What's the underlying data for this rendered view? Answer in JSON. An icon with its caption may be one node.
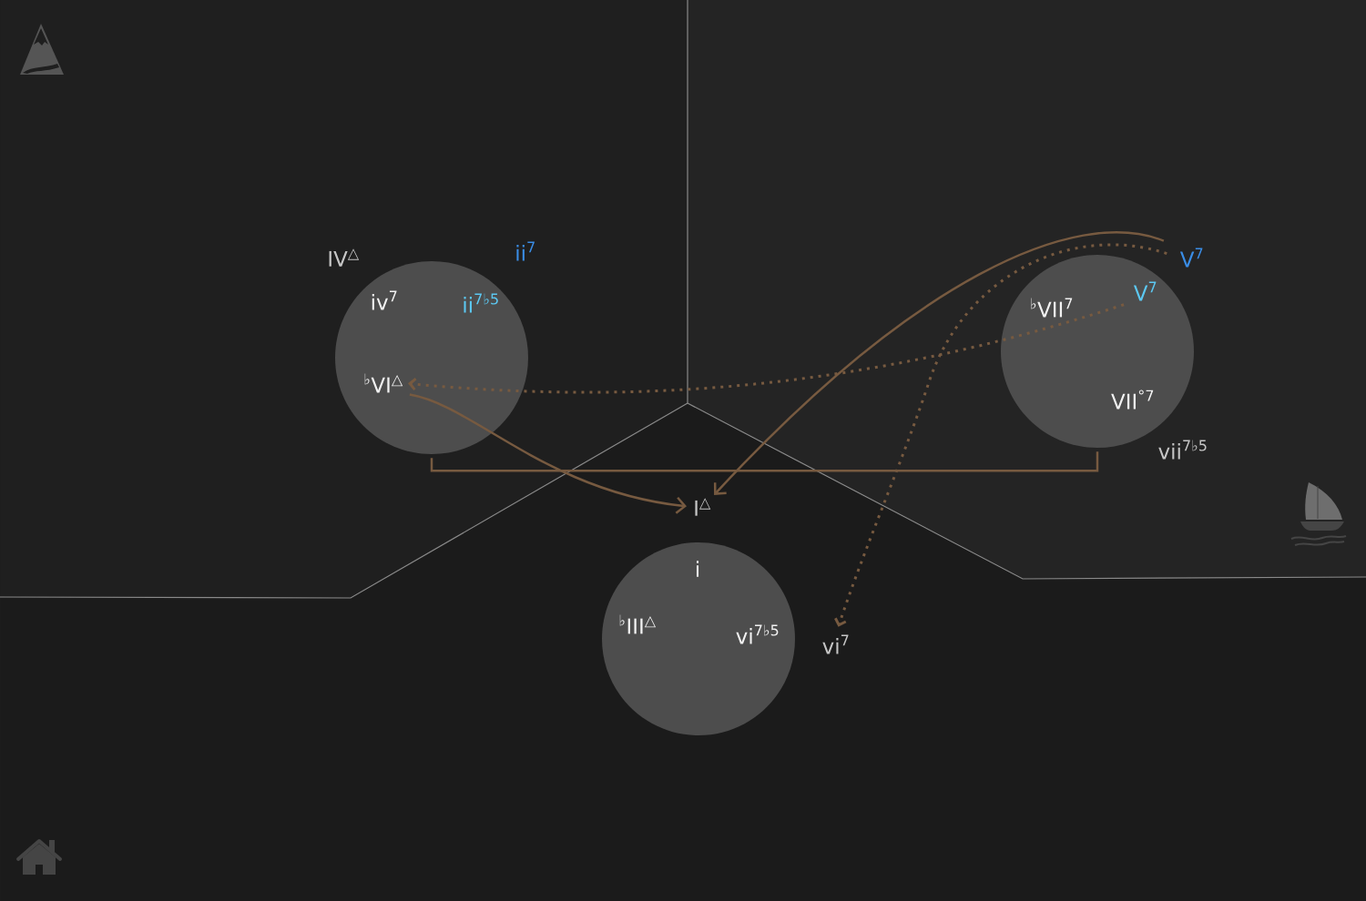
{
  "diagram": {
    "nodes": [
      {
        "text": [],
        "shape": "circle"
      },
      {
        "text": [
          "iv$^{7}$"
        ],
        "in": 0
      },
      {
        "text": [
          "ii$^{7♭5}$"
        ],
        "in": 0
      },
      {
        "text": [
          "$^{♭}$VI$^{△}$"
        ],
        "in": 0
      },
      {
        "text": [],
        "shape": "circle"
      },
      {
        "text": [
          "$^{♭}$VII$^{7}$"
        ],
        "in": 4
      },
      {
        "text": [
          "V$^{7}$"
        ],
        "in": 4
      },
      {
        "text": [
          "VII$^{°7}$"
        ],
        "in": 4
      },
      {
        "text": [
          "V$^{7}$"
        ]
      },
      {
        "text": [
          "I$^{△}$"
        ]
      },
      {
        "text": [],
        "shape": "circle"
      },
      {
        "text": [
          "i"
        ],
        "in": 10
      },
      {
        "text": [
          "$^{♭}$III$^{△}$"
        ],
        "in": 10
      },
      {
        "text": [
          "vi$^{7♭5}$"
        ],
        "in": 10
      },
      {
        "text": [
          "vi$^{7}$"
        ]
      }
    ],
    "edges": [
      {
        "from": 6,
        "to": 3,
        "arrow": "to",
        "style": "dashed"
      },
      {
        "from": 8,
        "to": 14,
        "arrow": "to",
        "style": "dashed"
      },
      {
        "from": 3,
        "to": 9,
        "arrow": "to"
      },
      {
        "from": 8,
        "to": 9,
        "arrow": "to"
      },
      {
        "from": 0,
        "to": 4,
        "arrow": "none"
      }
    ],
    "labels": [
      "IV$^{△}$",
      "ii$^{7}$",
      "vii$^{7♭5}$"
    ]
  }
}
